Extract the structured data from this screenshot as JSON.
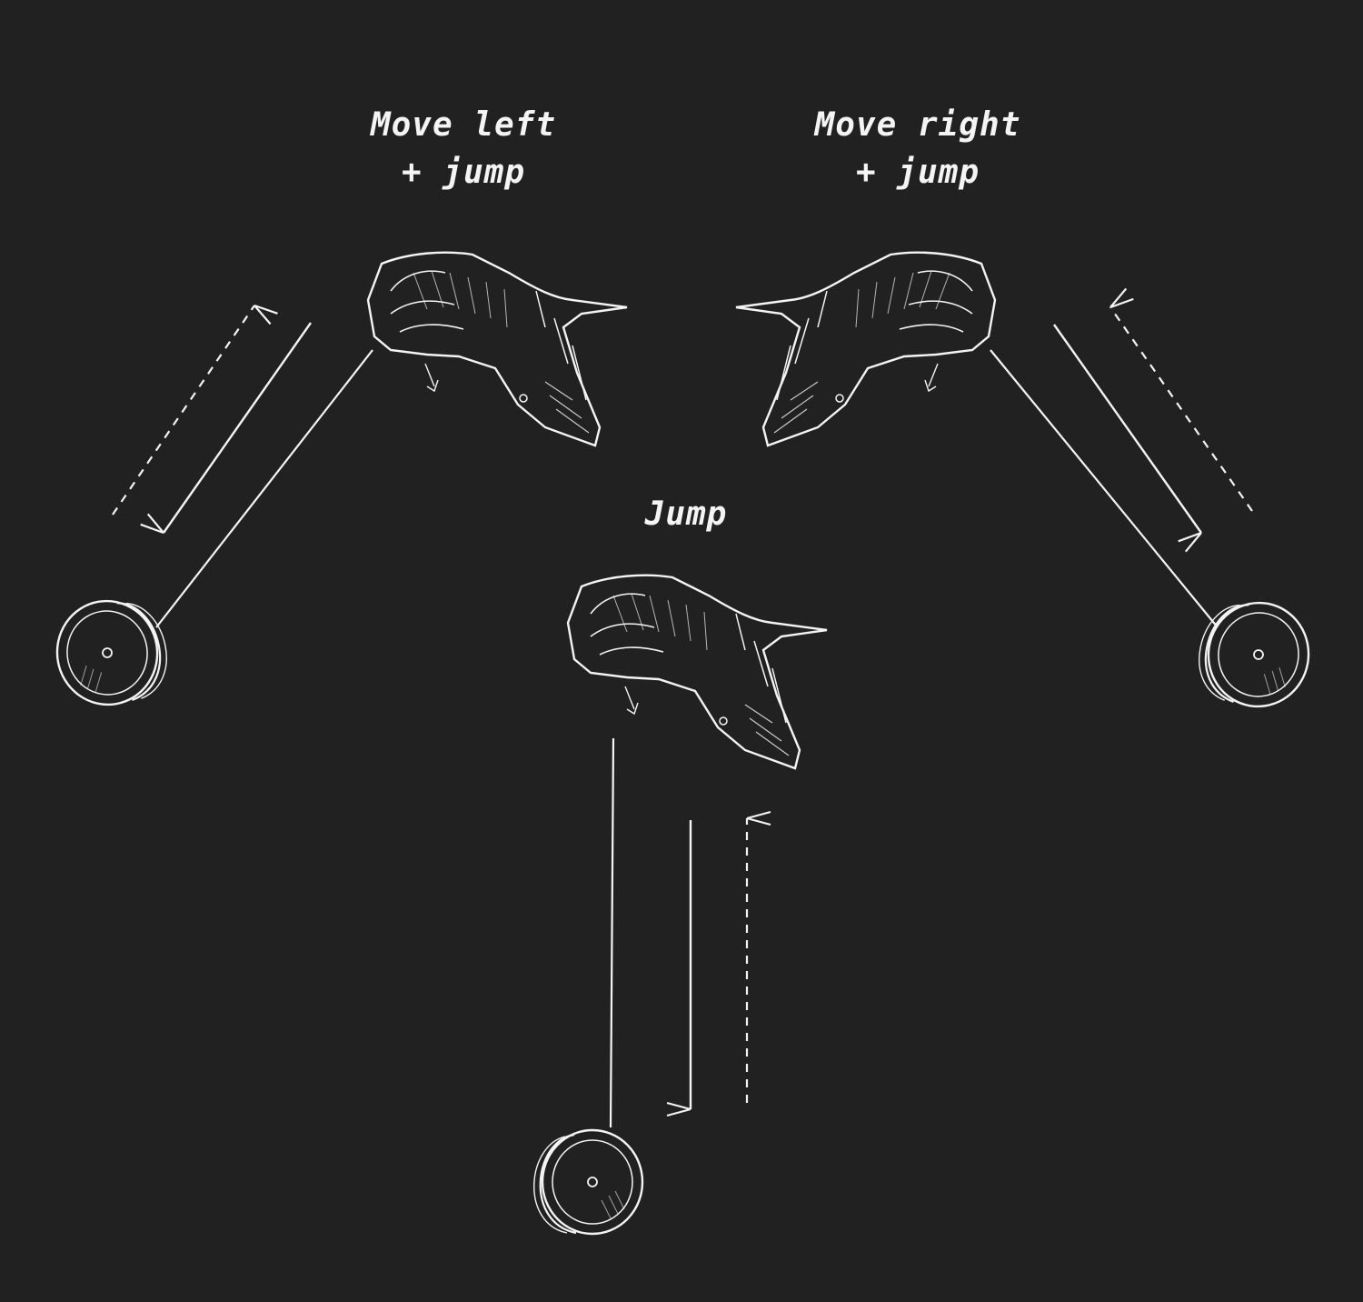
{
  "labels": {
    "left_line1": "Move left",
    "left_line2": "+ jump",
    "right_line1": "Move right",
    "right_line2": "+ jump",
    "center": "Jump"
  },
  "colors": {
    "background": "#212121",
    "ink": "#f4f4f4"
  },
  "icons": [
    "hand-holding-string-icon",
    "yoyo-icon",
    "solid-arrow-icon",
    "dashed-arrow-icon"
  ]
}
